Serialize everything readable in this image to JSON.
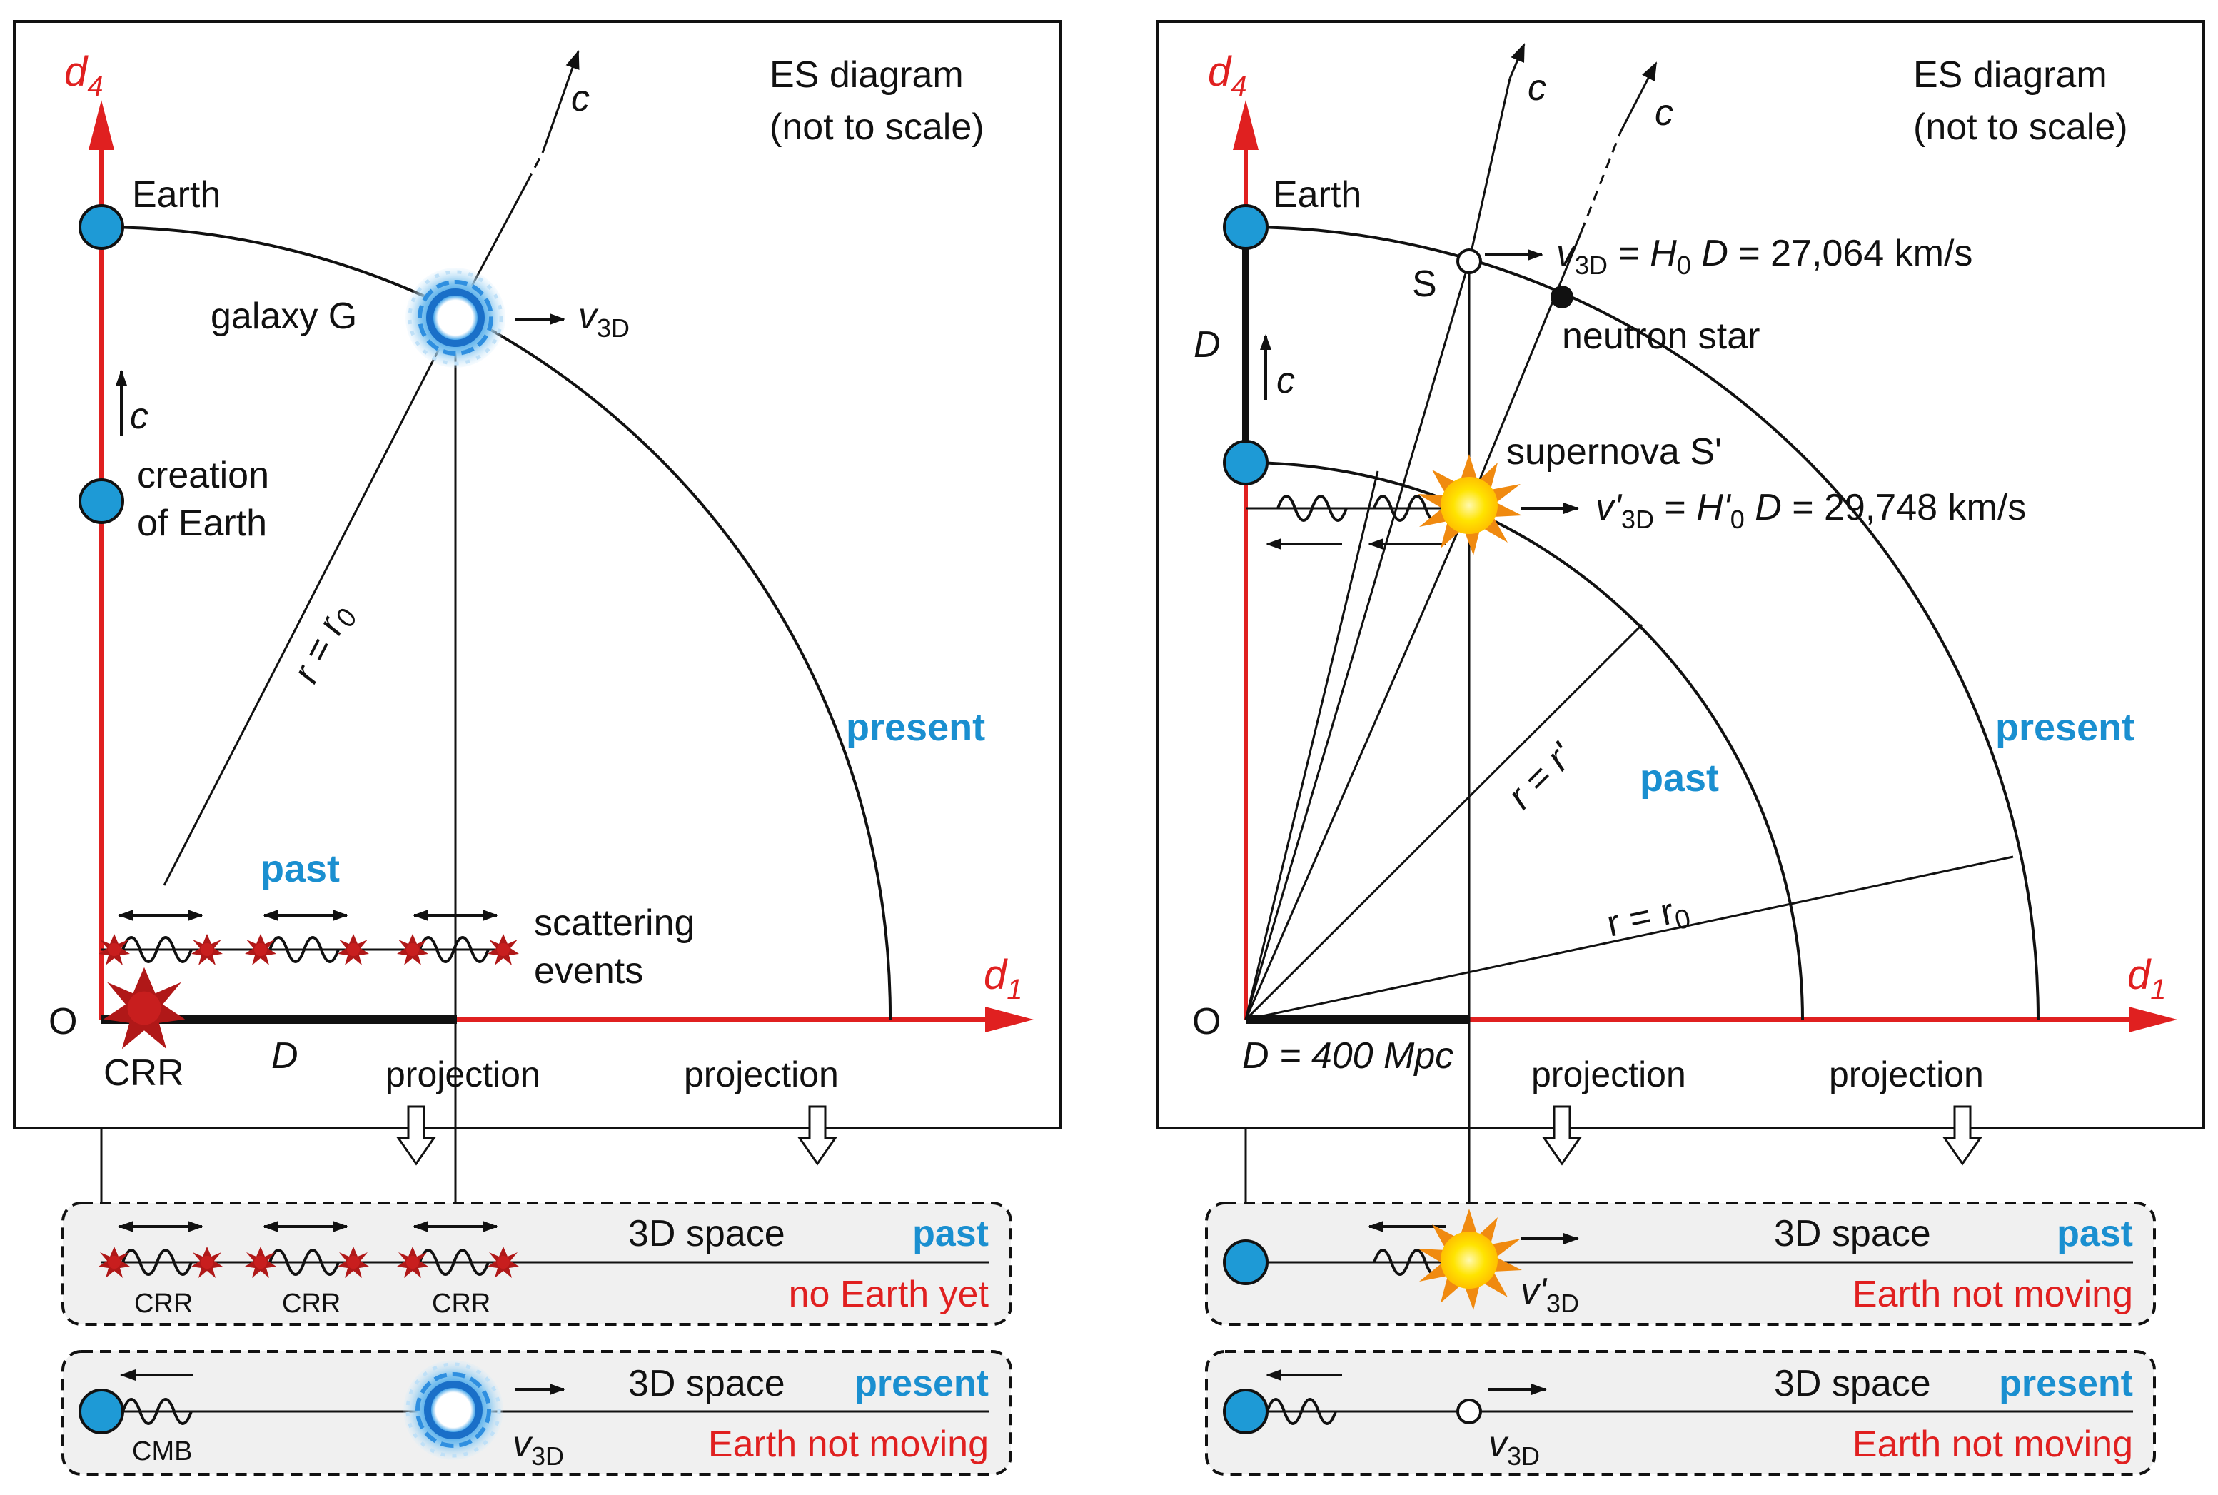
{
  "colors": {
    "red": "#e02020",
    "blue": "#1a8fd0",
    "earth": "#1e9ad6",
    "star_red": "#b01818",
    "sun_yellow": "#ffe400",
    "sun_orange": "#f08a10",
    "panel_bg": "#f0f0f0"
  },
  "icons": [
    "earth-icon",
    "galaxy-icon",
    "supernova-icon",
    "crr-star-icon",
    "neutron-star-icon"
  ],
  "left": {
    "axis_d4": "d",
    "axis_d4_sub": "4",
    "axis_d1": "d",
    "axis_d1_sub": "1",
    "title_line1": "ES diagram",
    "title_line2": "(not to scale)",
    "c": "c",
    "earth": "Earth",
    "creation_line1": "creation",
    "creation_line2": "of Earth",
    "galaxy": "galaxy G",
    "v3d": "v",
    "v3d_sub": "3D",
    "r_eq": "r = r",
    "r_sub": "0",
    "present": "present",
    "past": "past",
    "scattering_line1": "scattering",
    "scattering_line2": "events",
    "origin": "O",
    "crr": "CRR",
    "D": "D",
    "projection1": "projection",
    "projection2": "projection",
    "box_past": {
      "space": "3D space",
      "state": "past",
      "status": "no Earth yet",
      "crr": [
        "CRR",
        "CRR",
        "CRR"
      ]
    },
    "box_present": {
      "space": "3D space",
      "state": "present",
      "status": "Earth not moving",
      "cmb": "CMB",
      "v": "v",
      "v_sub": "3D"
    }
  },
  "right": {
    "axis_d4": "d",
    "axis_d4_sub": "4",
    "axis_d1": "d",
    "axis_d1_sub": "1",
    "title_line1": "ES diagram",
    "title_line2": "(not to scale)",
    "c1": "c",
    "c2": "c",
    "c3": "c",
    "earth": "Earth",
    "S": "S",
    "eq1_v": "v",
    "eq1_sub": "3D",
    "eq1_mid": " = ",
    "eq1_H": "H",
    "eq1_Hsub": "0",
    "eq1_D": " D",
    "eq1_val": " = 27,064 km/s",
    "neutron": "neutron star",
    "D": "D",
    "supernova": "supernova S'",
    "eq2_v": "v'",
    "eq2_sub": "3D",
    "eq2_mid": " = ",
    "eq2_H": "H'",
    "eq2_Hsub": "0",
    "eq2_D": " D",
    "eq2_val": " = 29,748 km/s",
    "r_prime": "r = r'",
    "past": "past",
    "present": "present",
    "r0": "r = r",
    "r0_sub": "0",
    "origin": "O",
    "D_value": "D = 400 Mpc",
    "projection1": "projection",
    "projection2": "projection",
    "box_past": {
      "space": "3D space",
      "state": "past",
      "status": "Earth not moving",
      "v": "v'",
      "v_sub": "3D"
    },
    "box_present": {
      "space": "3D space",
      "state": "present",
      "status": "Earth not moving",
      "v": "v",
      "v_sub": "3D"
    }
  }
}
